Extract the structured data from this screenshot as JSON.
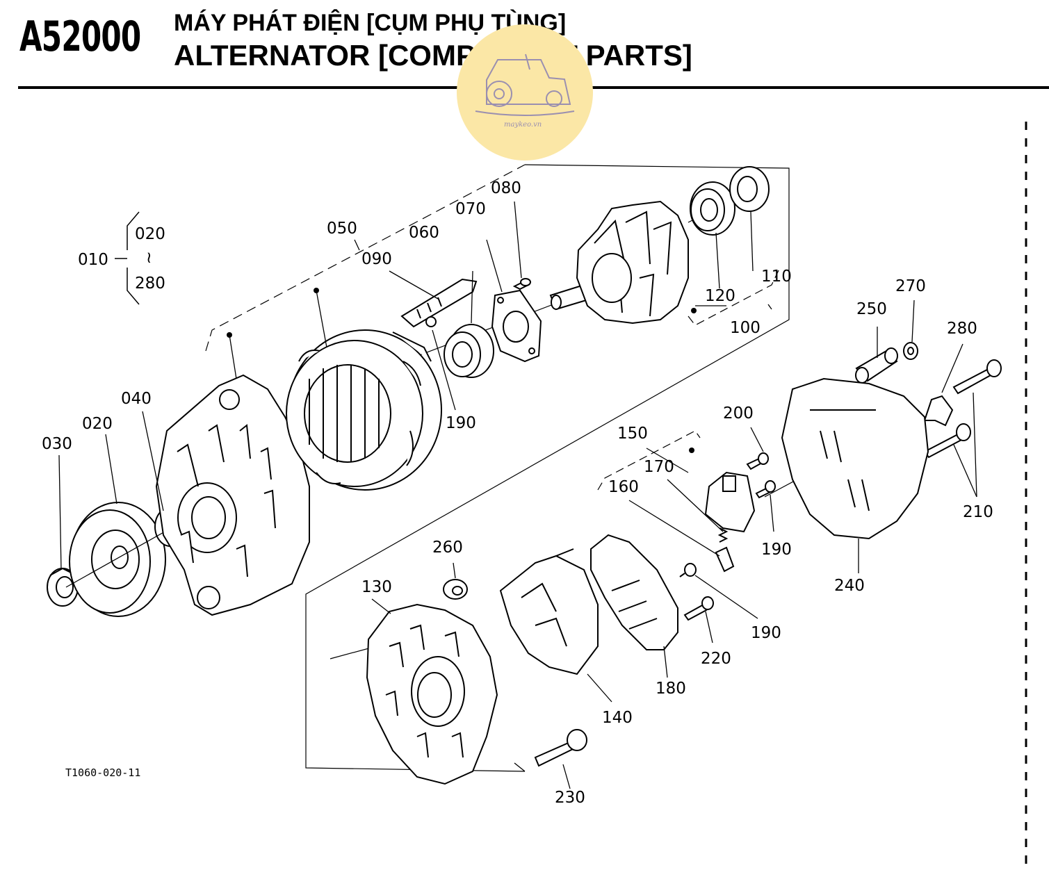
{
  "header": {
    "code": "A52000",
    "title_vi": "MÁY PHÁT ĐIỆN [CỤM PHỤ TÙNG]",
    "title_en": "ALTERNATOR [COMPONENT PARTS]"
  },
  "watermark": {
    "text": "maykeo.vn",
    "color": "#fbe7a6",
    "icon": "tractor-icon"
  },
  "drawing_code": "T1060-020-11",
  "group": {
    "label": "010",
    "from": "020",
    "tilde": "≀",
    "to": "280"
  },
  "part_labels": {
    "p020": "020",
    "p030": "030",
    "p040": "040",
    "p050": "050",
    "p060": "060",
    "p070": "070",
    "p080": "080",
    "p090": "090",
    "p100": "100",
    "p110": "110",
    "p120": "120",
    "p130": "130",
    "p140": "140",
    "p150": "150",
    "p160": "160",
    "p170": "170",
    "p180": "180",
    "p190a": "190",
    "p190b": "190",
    "p190c": "190",
    "p200": "200",
    "p210": "210",
    "p220": "220",
    "p230": "230",
    "p240": "240",
    "p250": "250",
    "p260": "260",
    "p270": "270",
    "p280": "280"
  }
}
